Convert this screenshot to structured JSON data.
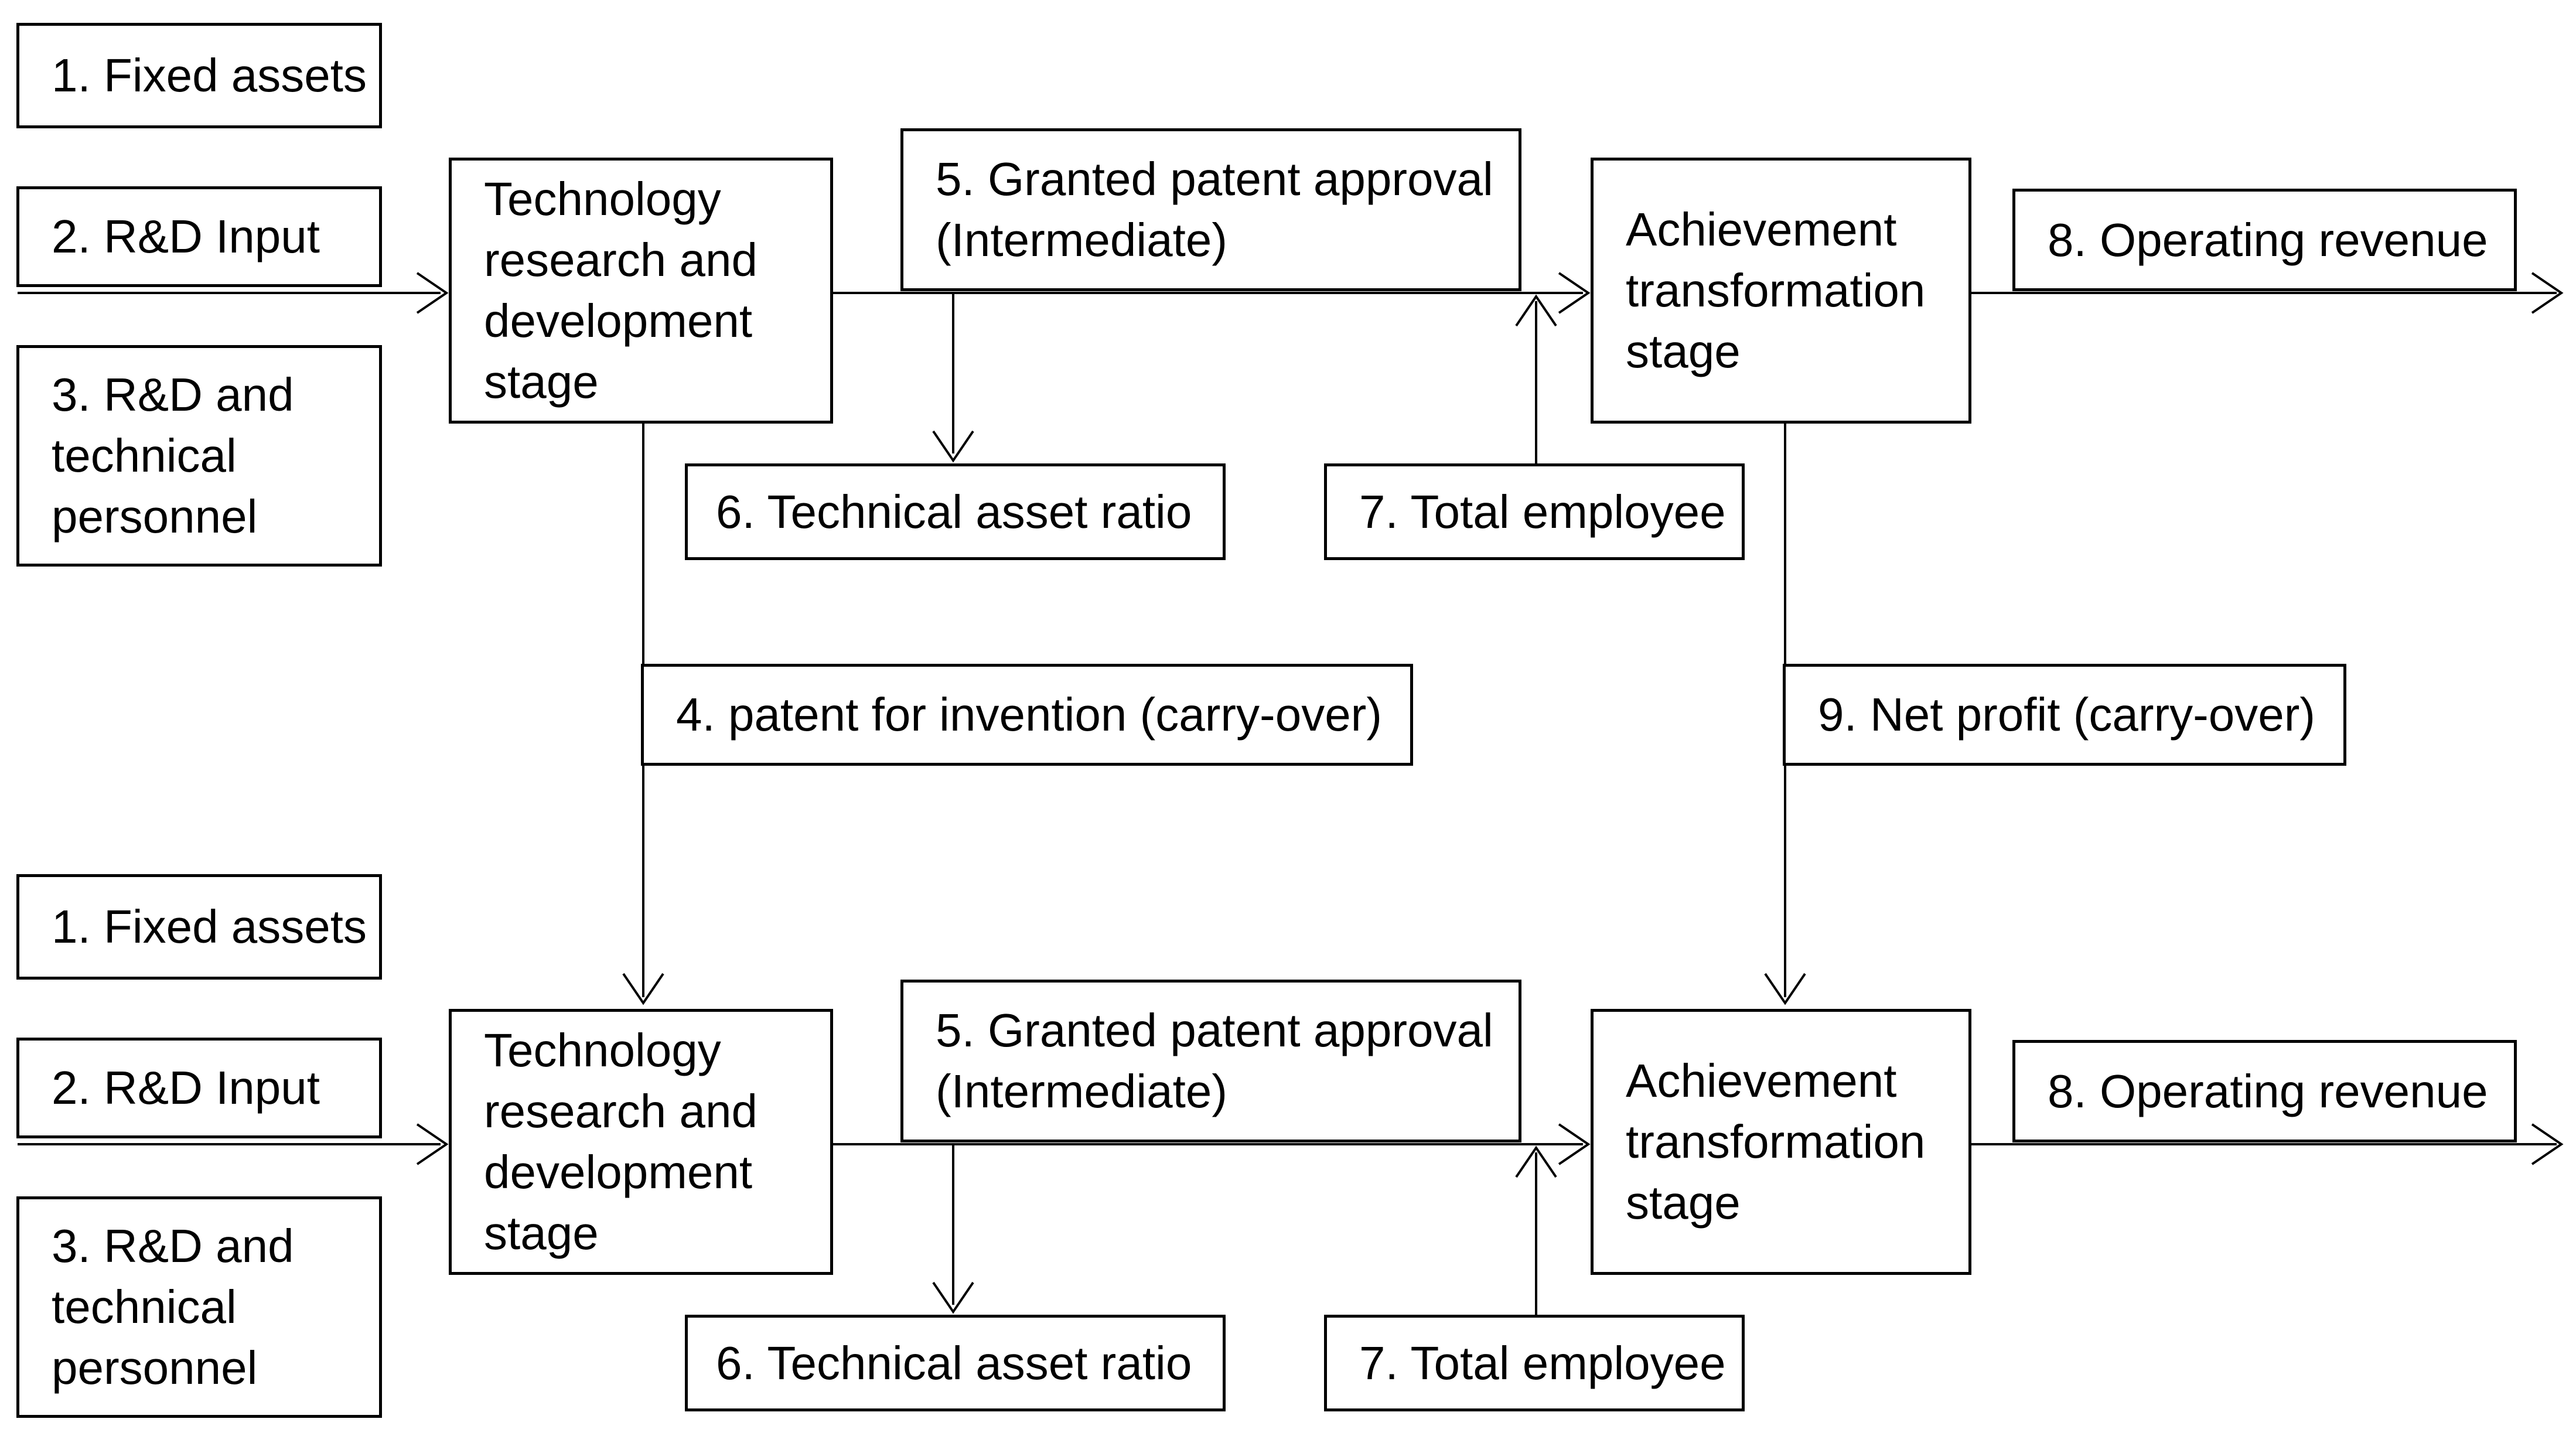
{
  "diagram": {
    "description": "Two-tier technology innovation flow diagram",
    "colors": {
      "background": "#ffffff",
      "box_fill": "#ffffff",
      "box_border": "#000000",
      "line": "#000000",
      "text": "#000000"
    },
    "nodes": {
      "fixed_assets": {
        "label": "1. Fixed assets"
      },
      "rd_input": {
        "label": "2. R&D Input"
      },
      "rd_personnel": {
        "label": "3. R&D and technical personnel",
        "lines": [
          "3. R&D and",
          "technical",
          "personnel"
        ]
      },
      "tech_stage": {
        "label": "Technology research and development stage",
        "lines": [
          "Technology",
          "research and",
          "development",
          "stage"
        ]
      },
      "patent_invention": {
        "label": "4. patent for invention (carry-over)"
      },
      "patent_approval": {
        "label": "5. Granted patent approval (Intermediate)",
        "lines": [
          "5. Granted patent approval",
          "(Intermediate)"
        ]
      },
      "tech_asset_ratio": {
        "label": "6. Technical asset ratio"
      },
      "total_employee": {
        "label": "7. Total employee"
      },
      "achievement_stage": {
        "label": "Achievement transformation stage",
        "lines": [
          "Achievement",
          "transformation",
          "stage"
        ]
      },
      "operating_revenue": {
        "label": "8. Operating revenue"
      },
      "net_profit": {
        "label": "9. Net profit (carry-over)"
      }
    }
  }
}
